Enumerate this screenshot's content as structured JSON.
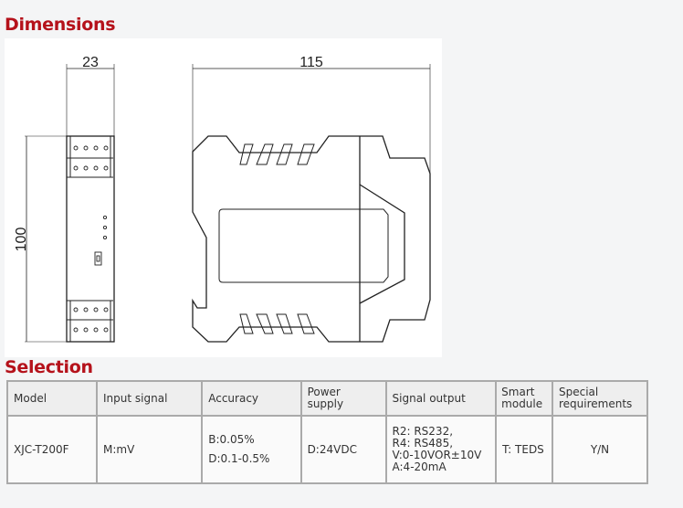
{
  "sections": {
    "dimensions": "Dimensions",
    "selection": "Selection"
  },
  "drawing": {
    "width_side": "23",
    "width_front": "115",
    "height": "100"
  },
  "table": {
    "headers": [
      "Model",
      "Input signal",
      "Accuracy",
      "Power supply",
      "Signal output",
      "Smart module",
      "Special requirements"
    ],
    "row": {
      "model": "XJC-T200F",
      "input": "M:mV",
      "accuracy": [
        "B:0.05%",
        "D:0.1-0.5%"
      ],
      "power": "D:24VDC",
      "output": [
        "R2: RS232,",
        "R4: RS485,",
        "V:0-10VOR±10V",
        "A:4-20mA"
      ],
      "smart": "T: TEDS",
      "special": "Y/N"
    }
  }
}
